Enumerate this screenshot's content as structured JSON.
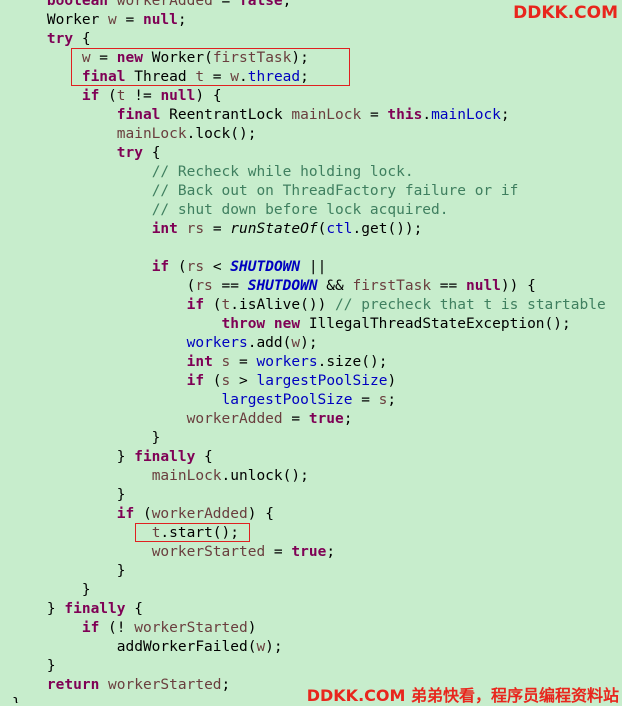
{
  "watermark": {
    "top_right": "DDKK.COM",
    "bottom": "DDKK.COM 弟弟快看，程序员编程资料站"
  },
  "colors": {
    "background": "#c7edcc",
    "keyword": "#7f0055",
    "field": "#0000c0",
    "variable": "#6a3e3e",
    "comment": "#3f7f5f",
    "highlight_box": "#e02020",
    "watermark": "#e8261d"
  },
  "code_lines": [
    [
      {
        "t": "    "
      },
      {
        "t": "boolean",
        "c": "kw"
      },
      {
        "t": " "
      },
      {
        "t": "workerAdded",
        "c": "var"
      },
      {
        "t": " = "
      },
      {
        "t": "false",
        "c": "kw"
      },
      {
        "t": ";"
      }
    ],
    [
      {
        "t": "    Worker "
      },
      {
        "t": "w",
        "c": "var"
      },
      {
        "t": " = "
      },
      {
        "t": "null",
        "c": "kw"
      },
      {
        "t": ";"
      }
    ],
    [
      {
        "t": "    "
      },
      {
        "t": "try",
        "c": "kw"
      },
      {
        "t": " {"
      }
    ],
    [
      {
        "t": "        "
      },
      {
        "t": "w",
        "c": "var"
      },
      {
        "t": " = "
      },
      {
        "t": "new",
        "c": "kw"
      },
      {
        "t": " Worker("
      },
      {
        "t": "firstTask",
        "c": "var"
      },
      {
        "t": ");"
      }
    ],
    [
      {
        "t": "        "
      },
      {
        "t": "final",
        "c": "kw"
      },
      {
        "t": " Thread "
      },
      {
        "t": "t",
        "c": "var"
      },
      {
        "t": " = "
      },
      {
        "t": "w",
        "c": "var"
      },
      {
        "t": "."
      },
      {
        "t": "thread",
        "c": "fld"
      },
      {
        "t": ";"
      }
    ],
    [
      {
        "t": "        "
      },
      {
        "t": "if",
        "c": "kw"
      },
      {
        "t": " ("
      },
      {
        "t": "t",
        "c": "var"
      },
      {
        "t": " != "
      },
      {
        "t": "null",
        "c": "kw"
      },
      {
        "t": ") {"
      }
    ],
    [
      {
        "t": "            "
      },
      {
        "t": "final",
        "c": "kw"
      },
      {
        "t": " ReentrantLock "
      },
      {
        "t": "mainLock",
        "c": "var"
      },
      {
        "t": " = "
      },
      {
        "t": "this",
        "c": "kw"
      },
      {
        "t": "."
      },
      {
        "t": "mainLock",
        "c": "fld"
      },
      {
        "t": ";"
      }
    ],
    [
      {
        "t": "            "
      },
      {
        "t": "mainLock",
        "c": "var"
      },
      {
        "t": ".lock();"
      }
    ],
    [
      {
        "t": "            "
      },
      {
        "t": "try",
        "c": "kw"
      },
      {
        "t": " {"
      }
    ],
    [
      {
        "t": "                "
      },
      {
        "t": "// Recheck while holding lock.",
        "c": "cmt"
      }
    ],
    [
      {
        "t": "                "
      },
      {
        "t": "// Back out on ThreadFactory failure or if",
        "c": "cmt"
      }
    ],
    [
      {
        "t": "                "
      },
      {
        "t": "// shut down before lock acquired.",
        "c": "cmt"
      }
    ],
    [
      {
        "t": "                "
      },
      {
        "t": "int",
        "c": "kw"
      },
      {
        "t": " "
      },
      {
        "t": "rs",
        "c": "var"
      },
      {
        "t": " = "
      },
      {
        "t": "runStateOf",
        "c": "st"
      },
      {
        "t": "("
      },
      {
        "t": "ctl",
        "c": "fld"
      },
      {
        "t": ".get());"
      }
    ],
    [
      {
        "t": ""
      }
    ],
    [
      {
        "t": "                "
      },
      {
        "t": "if",
        "c": "kw"
      },
      {
        "t": " ("
      },
      {
        "t": "rs",
        "c": "var"
      },
      {
        "t": " < "
      },
      {
        "t": "SHUTDOWN",
        "c": "stfld"
      },
      {
        "t": " ||"
      }
    ],
    [
      {
        "t": "                    ("
      },
      {
        "t": "rs",
        "c": "var"
      },
      {
        "t": " == "
      },
      {
        "t": "SHUTDOWN",
        "c": "stfld"
      },
      {
        "t": " && "
      },
      {
        "t": "firstTask",
        "c": "var"
      },
      {
        "t": " == "
      },
      {
        "t": "null",
        "c": "kw"
      },
      {
        "t": ")) {"
      }
    ],
    [
      {
        "t": "                    "
      },
      {
        "t": "if",
        "c": "kw"
      },
      {
        "t": " ("
      },
      {
        "t": "t",
        "c": "var"
      },
      {
        "t": ".isAlive()) "
      },
      {
        "t": "// precheck that t is startable",
        "c": "cmt"
      }
    ],
    [
      {
        "t": "                        "
      },
      {
        "t": "throw",
        "c": "kw"
      },
      {
        "t": " "
      },
      {
        "t": "new",
        "c": "kw"
      },
      {
        "t": " IllegalThreadStateException();"
      }
    ],
    [
      {
        "t": "                    "
      },
      {
        "t": "workers",
        "c": "fld"
      },
      {
        "t": ".add("
      },
      {
        "t": "w",
        "c": "var"
      },
      {
        "t": ");"
      }
    ],
    [
      {
        "t": "                    "
      },
      {
        "t": "int",
        "c": "kw"
      },
      {
        "t": " "
      },
      {
        "t": "s",
        "c": "var"
      },
      {
        "t": " = "
      },
      {
        "t": "workers",
        "c": "fld"
      },
      {
        "t": ".size();"
      }
    ],
    [
      {
        "t": "                    "
      },
      {
        "t": "if",
        "c": "kw"
      },
      {
        "t": " ("
      },
      {
        "t": "s",
        "c": "var"
      },
      {
        "t": " > "
      },
      {
        "t": "largestPoolSize",
        "c": "fld"
      },
      {
        "t": ")"
      }
    ],
    [
      {
        "t": "                        "
      },
      {
        "t": "largestPoolSize",
        "c": "fld"
      },
      {
        "t": " = "
      },
      {
        "t": "s",
        "c": "var"
      },
      {
        "t": ";"
      }
    ],
    [
      {
        "t": "                    "
      },
      {
        "t": "workerAdded",
        "c": "var"
      },
      {
        "t": " = "
      },
      {
        "t": "true",
        "c": "kw"
      },
      {
        "t": ";"
      }
    ],
    [
      {
        "t": "                }"
      }
    ],
    [
      {
        "t": "            } "
      },
      {
        "t": "finally",
        "c": "kw"
      },
      {
        "t": " {"
      }
    ],
    [
      {
        "t": "                "
      },
      {
        "t": "mainLock",
        "c": "var"
      },
      {
        "t": ".unlock();"
      }
    ],
    [
      {
        "t": "            }"
      }
    ],
    [
      {
        "t": "            "
      },
      {
        "t": "if",
        "c": "kw"
      },
      {
        "t": " ("
      },
      {
        "t": "workerAdded",
        "c": "var"
      },
      {
        "t": ") {"
      }
    ],
    [
      {
        "t": "                "
      },
      {
        "t": "t",
        "c": "var"
      },
      {
        "t": ".start();"
      }
    ],
    [
      {
        "t": "                "
      },
      {
        "t": "workerStarted",
        "c": "var"
      },
      {
        "t": " = "
      },
      {
        "t": "true",
        "c": "kw"
      },
      {
        "t": ";"
      }
    ],
    [
      {
        "t": "            }"
      }
    ],
    [
      {
        "t": "        }"
      }
    ],
    [
      {
        "t": "    } "
      },
      {
        "t": "finally",
        "c": "kw"
      },
      {
        "t": " {"
      }
    ],
    [
      {
        "t": "        "
      },
      {
        "t": "if",
        "c": "kw"
      },
      {
        "t": " (! "
      },
      {
        "t": "workerStarted",
        "c": "var"
      },
      {
        "t": ")"
      }
    ],
    [
      {
        "t": "            addWorkerFailed("
      },
      {
        "t": "w",
        "c": "var"
      },
      {
        "t": ");"
      }
    ],
    [
      {
        "t": "    }"
      }
    ],
    [
      {
        "t": "    "
      },
      {
        "t": "return",
        "c": "kw"
      },
      {
        "t": " "
      },
      {
        "t": "workerStarted",
        "c": "var"
      },
      {
        "t": ";"
      }
    ],
    [
      {
        "t": "}"
      }
    ]
  ]
}
